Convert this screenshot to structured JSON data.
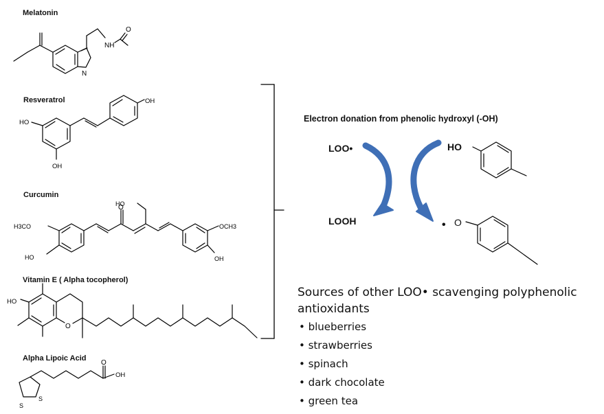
{
  "compounds": {
    "melatonin": {
      "name": "Melatonin",
      "nh": "NH",
      "n": "N",
      "o": "O"
    },
    "resveratrol": {
      "name": "Resveratrol",
      "oh1": "OH",
      "oh2": "HO",
      "oh3": "OH"
    },
    "curcumin": {
      "name": "Curcumin",
      "ho_top": "HO",
      "h3co": "H3CO",
      "och3": "OCH3",
      "ho_left": "HO",
      "oh_right": "OH",
      "o": "O"
    },
    "vitamin_e": {
      "name": "Vitamin E ( Alpha tocopherol)",
      "ho": "HO",
      "o": "O"
    },
    "lipoic": {
      "name": "Alpha Lipoic Acid",
      "s1": "S",
      "s2": "S",
      "o": "O",
      "oh": "OH"
    }
  },
  "mechanism": {
    "caption": "Electron donation from phenolic hydroxyl (-OH)",
    "loo": "LOO•",
    "looh": "LOOH",
    "ho": "HO",
    "radical": "•",
    "o": "O"
  },
  "sources": {
    "heading_line1": "Sources of other LOO• scavenging polyphenolic",
    "heading_line2": "antioxidants",
    "items": [
      "• blueberries",
      "• strawberries",
      "• spinach",
      "• dark chocolate",
      "• green tea"
    ]
  },
  "colors": {
    "arrow": "#3f6fb6",
    "lines": "#000000"
  }
}
